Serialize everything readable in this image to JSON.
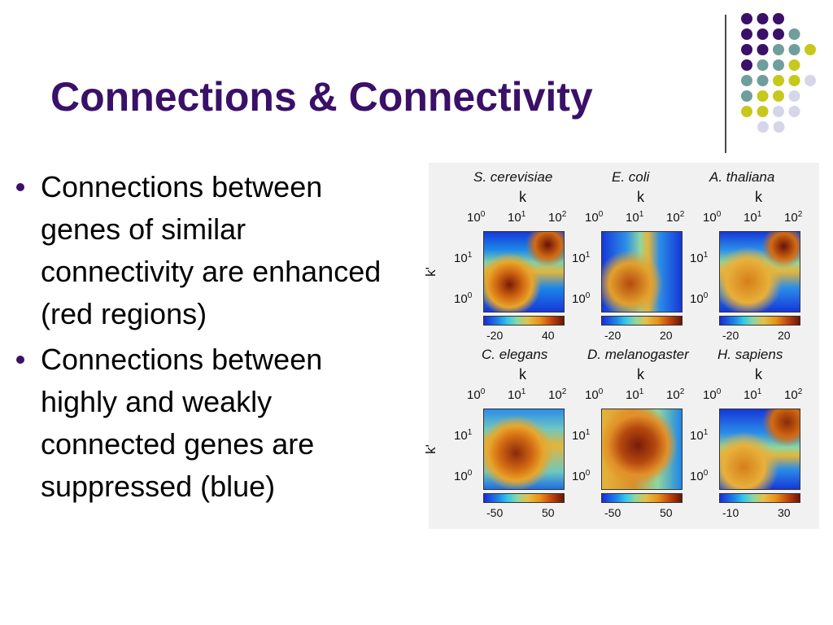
{
  "title": "Connections & Connectivity",
  "bullets": [
    "Connections between genes of similar connectivity are enhanced (red regions)",
    "Connections between highly and weakly connected genes are suppressed (blue)"
  ],
  "figure": {
    "axis_k": "k",
    "axis_kprime": "k'",
    "tick_10": "10",
    "panels": [
      {
        "species": "S. cerevisiae",
        "cbar_min": "-20",
        "cbar_max": "40"
      },
      {
        "species": "E. coli",
        "cbar_min": "-20",
        "cbar_max": "20"
      },
      {
        "species": "A. thaliana",
        "cbar_min": "-20",
        "cbar_max": "20"
      },
      {
        "species": "C. elegans",
        "cbar_min": "-50",
        "cbar_max": "50"
      },
      {
        "species": "D. melanogaster",
        "cbar_min": "-50",
        "cbar_max": "50"
      },
      {
        "species": "H. sapiens",
        "cbar_min": "-10",
        "cbar_max": "30"
      }
    ]
  },
  "colors": {
    "title": "#3a1068",
    "dot_purple": "#3a1068",
    "dot_teal": "#6f9e9c",
    "dot_yellow": "#c8c81c",
    "dot_lavender": "#d6d6ea"
  }
}
